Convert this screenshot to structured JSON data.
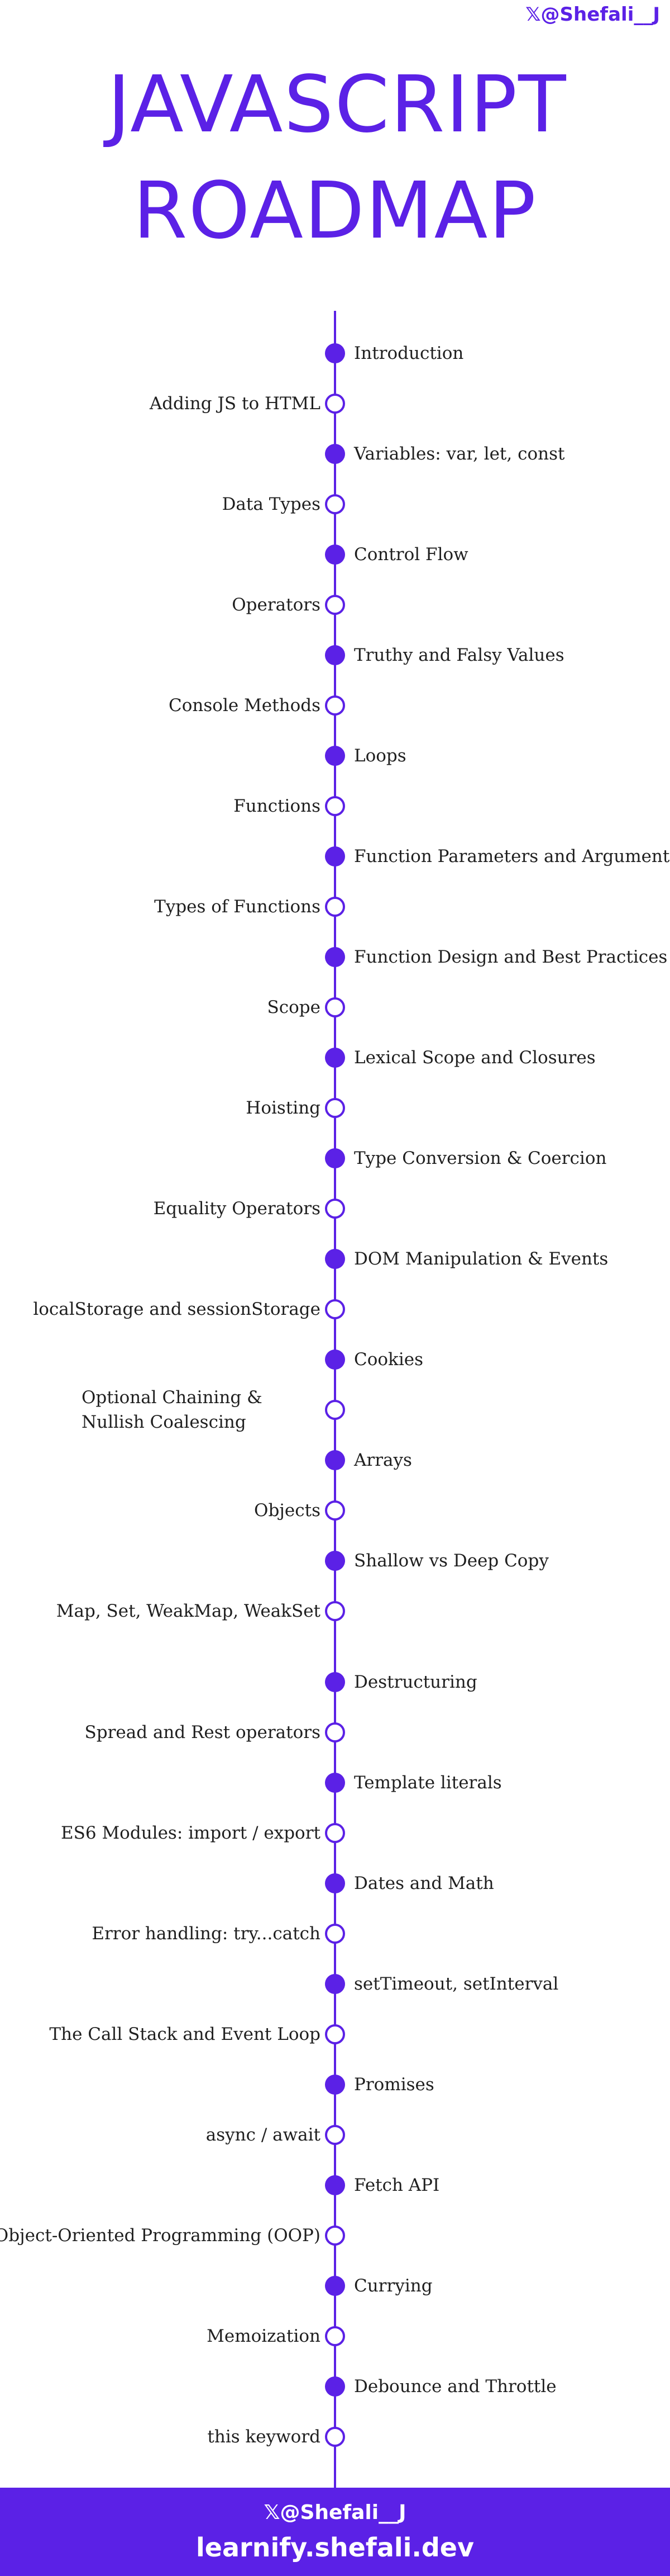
{
  "header": {
    "handle": "𝕏@Shefali__J",
    "title_line1": "JAVASCRIPT",
    "title_line2": "ROADMAP"
  },
  "roadmap": {
    "items": [
      {
        "label": "Introduction",
        "side": "right",
        "node": "filled"
      },
      {
        "label": "Adding JS to HTML",
        "side": "left",
        "node": "hollow"
      },
      {
        "label": "Variables: var, let, const",
        "side": "right",
        "node": "filled"
      },
      {
        "label": "Data Types",
        "side": "left",
        "node": "hollow"
      },
      {
        "label": "Control Flow",
        "side": "right",
        "node": "filled"
      },
      {
        "label": "Operators",
        "side": "left",
        "node": "hollow"
      },
      {
        "label": "Truthy and Falsy Values",
        "side": "right",
        "node": "filled"
      },
      {
        "label": "Console Methods",
        "side": "left",
        "node": "hollow"
      },
      {
        "label": "Loops",
        "side": "right",
        "node": "filled"
      },
      {
        "label": "Functions",
        "side": "left",
        "node": "hollow"
      },
      {
        "label": "Function Parameters and Arguments",
        "side": "right",
        "node": "filled"
      },
      {
        "label": "Types of Functions",
        "side": "left",
        "node": "hollow"
      },
      {
        "label": "Function Design and Best Practices",
        "side": "right",
        "node": "filled"
      },
      {
        "label": "Scope",
        "side": "left",
        "node": "hollow"
      },
      {
        "label": "Lexical Scope and Closures",
        "side": "right",
        "node": "filled"
      },
      {
        "label": "Hoisting",
        "side": "left",
        "node": "hollow"
      },
      {
        "label": "Type Conversion & Coercion",
        "side": "right",
        "node": "filled"
      },
      {
        "label": "Equality Operators",
        "side": "left",
        "node": "hollow"
      },
      {
        "label": "DOM Manipulation & Events",
        "side": "right",
        "node": "filled"
      },
      {
        "label": "localStorage and sessionStorage",
        "side": "left",
        "node": "hollow"
      },
      {
        "label": "Cookies",
        "side": "right",
        "node": "filled"
      },
      {
        "label": "Optional Chaining & Nullish Coalescing",
        "side": "left",
        "node": "hollow"
      },
      {
        "label": "Arrays",
        "side": "right",
        "node": "filled"
      },
      {
        "label": "Objects",
        "side": "left",
        "node": "hollow"
      },
      {
        "label": "Shallow vs Deep Copy",
        "side": "right",
        "node": "filled"
      },
      {
        "label": "Map, Set, WeakMap, WeakSet",
        "side": "left",
        "node": "hollow"
      },
      {
        "label": "Destructuring",
        "side": "right",
        "node": "filled"
      },
      {
        "label": "Spread and Rest operators",
        "side": "left",
        "node": "hollow"
      },
      {
        "label": "Template literals",
        "side": "right",
        "node": "filled"
      },
      {
        "label": "ES6 Modules: import / export",
        "side": "left",
        "node": "hollow"
      },
      {
        "label": "Dates and Math",
        "side": "right",
        "node": "filled"
      },
      {
        "label": "Error handling: try...catch",
        "side": "left",
        "node": "hollow"
      },
      {
        "label": "setTimeout, setInterval",
        "side": "right",
        "node": "filled"
      },
      {
        "label": "The Call Stack and Event Loop",
        "side": "left",
        "node": "hollow"
      },
      {
        "label": "Promises",
        "side": "right",
        "node": "filled"
      },
      {
        "label": "async / await",
        "side": "left",
        "node": "hollow"
      },
      {
        "label": "Fetch API",
        "side": "right",
        "node": "filled"
      },
      {
        "label": "Object-Oriented Programming (OOP)",
        "side": "left",
        "node": "hollow"
      },
      {
        "label": "Currying",
        "side": "right",
        "node": "filled"
      },
      {
        "label": "Memoization",
        "side": "left",
        "node": "hollow"
      },
      {
        "label": "Debounce and Throttle",
        "side": "right",
        "node": "filled"
      },
      {
        "label": "this keyword",
        "side": "left",
        "node": "hollow"
      }
    ]
  },
  "footer": {
    "handle": "𝕏@Shefali__J",
    "site": "learnify.shefali.dev"
  },
  "colors": {
    "accent": "#5b21e6",
    "text": "#1f1f1f",
    "background": "#ffffff"
  }
}
